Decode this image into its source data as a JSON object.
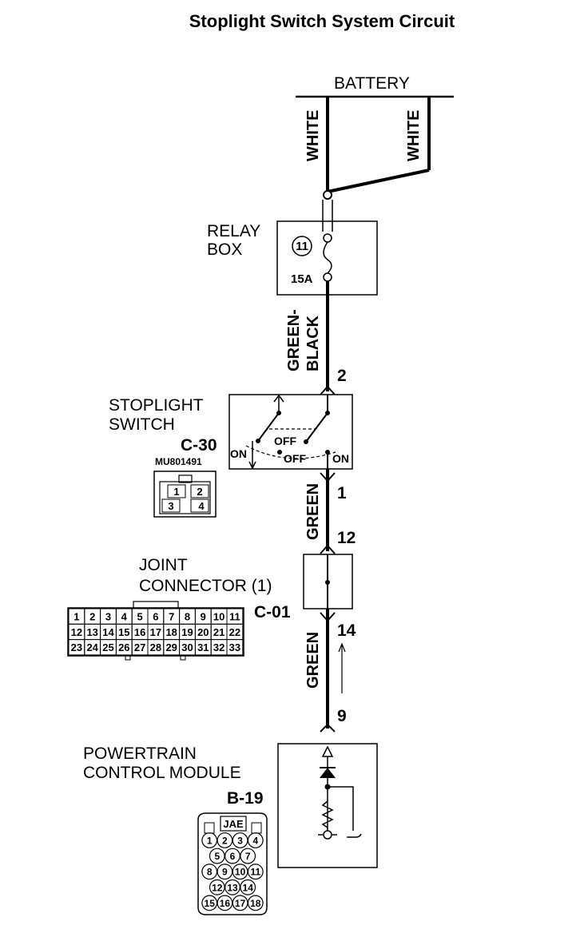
{
  "title": "Stoplight Switch System Circuit",
  "battery": "BATTERY",
  "wire_white_1": "WHITE",
  "wire_white_2": "WHITE",
  "relay_box": {
    "line1": "RELAY",
    "line2": "BOX",
    "fuse_number": "11",
    "fuse_rating": "15A"
  },
  "wire_green_black": {
    "line1": "GREEN-",
    "line2": "BLACK"
  },
  "stoplight_switch": {
    "line1": "STOPLIGHT",
    "line2": "SWITCH",
    "connector": "C-30",
    "part_no": "MU801491",
    "pin_top": "2",
    "pin_bottom": "1",
    "left_on": "ON",
    "left_off": "OFF",
    "right_off": "OFF",
    "right_on": "ON",
    "pins": [
      "1",
      "2",
      "3",
      "4"
    ]
  },
  "wire_green_1": "GREEN",
  "joint_connector": {
    "line1": "JOINT",
    "line2": "CONNECTOR (1)",
    "connector": "C-01",
    "pin_top": "12",
    "pin_bottom": "14",
    "pins_row1": [
      "1",
      "2",
      "3",
      "4",
      "5",
      "6",
      "7",
      "8",
      "9",
      "10",
      "11"
    ],
    "pins_row2": [
      "12",
      "13",
      "14",
      "15",
      "16",
      "17",
      "18",
      "19",
      "20",
      "21",
      "22"
    ],
    "pins_row3": [
      "23",
      "24",
      "25",
      "26",
      "27",
      "28",
      "29",
      "30",
      "31",
      "32",
      "33"
    ]
  },
  "wire_green_2": "GREEN",
  "pcm": {
    "line1": "POWERTRAIN",
    "line2": "CONTROL MODULE",
    "connector": "B-19",
    "pin": "9",
    "maker": "JAE",
    "pins_row1": [
      "1",
      "2",
      "3",
      "4"
    ],
    "pins_row2": [
      "5",
      "6",
      "7"
    ],
    "pins_row3": [
      "8",
      "9",
      "10",
      "11"
    ],
    "pins_row4": [
      "12",
      "13",
      "14"
    ],
    "pins_row5": [
      "15",
      "16",
      "17",
      "18"
    ]
  }
}
